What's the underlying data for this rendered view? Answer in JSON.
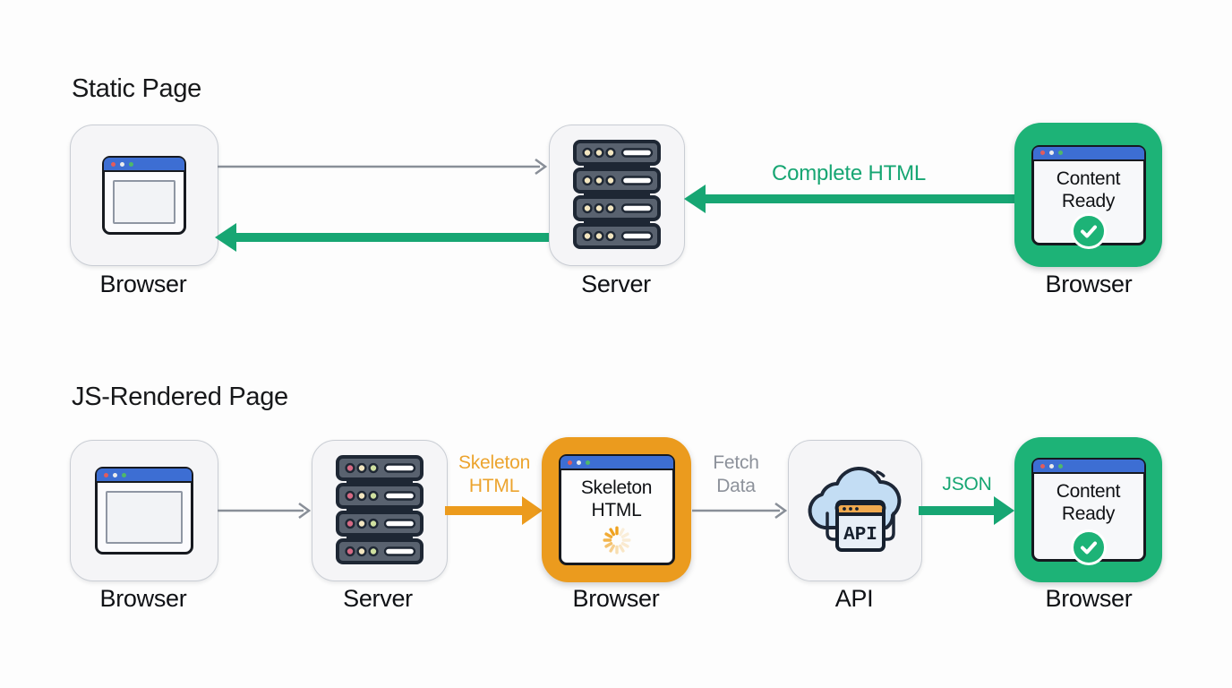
{
  "page": {
    "background": "#fdfdfd"
  },
  "palette": {
    "green": "#17a673",
    "green_box": "#1db377",
    "orange": "#eb9b1e",
    "arrow_gray": "#898f98",
    "titlebar_blue": "#3d6ed3",
    "heading_text": "#17181a",
    "muted_label": "#8d929b",
    "server_body": "#59626f",
    "server_outline": "#1e2734",
    "cloud_fill": "#c3ddf4",
    "api_header": "#f0a94e",
    "led_cream": "#f3e6c0",
    "led_red": "#d66a84",
    "led_green": "#cfe0a0"
  },
  "static_flow": {
    "title": "Static Page",
    "browser1": {
      "label": "Browser"
    },
    "server": {
      "label": "Server"
    },
    "browser2": {
      "label": "Browser",
      "window_line1": "Content",
      "window_line2": "Ready"
    },
    "complete_html_label": "Complete HTML"
  },
  "js_flow": {
    "title": "JS-Rendered Page",
    "browser1": {
      "label": "Browser"
    },
    "server": {
      "label": "Server"
    },
    "browser2": {
      "label": "Browser",
      "window_line1": "Skeleton",
      "window_line2": "HTML"
    },
    "api": {
      "label": "API",
      "icon_text": "API"
    },
    "browser3": {
      "label": "Browser",
      "window_line1": "Content",
      "window_line2": "Ready"
    },
    "skeleton_label": {
      "line1": "Skeleton",
      "line2": "HTML"
    },
    "fetch_label": {
      "line1": "Fetch",
      "line2": "Data"
    },
    "json_label": "JSON"
  }
}
